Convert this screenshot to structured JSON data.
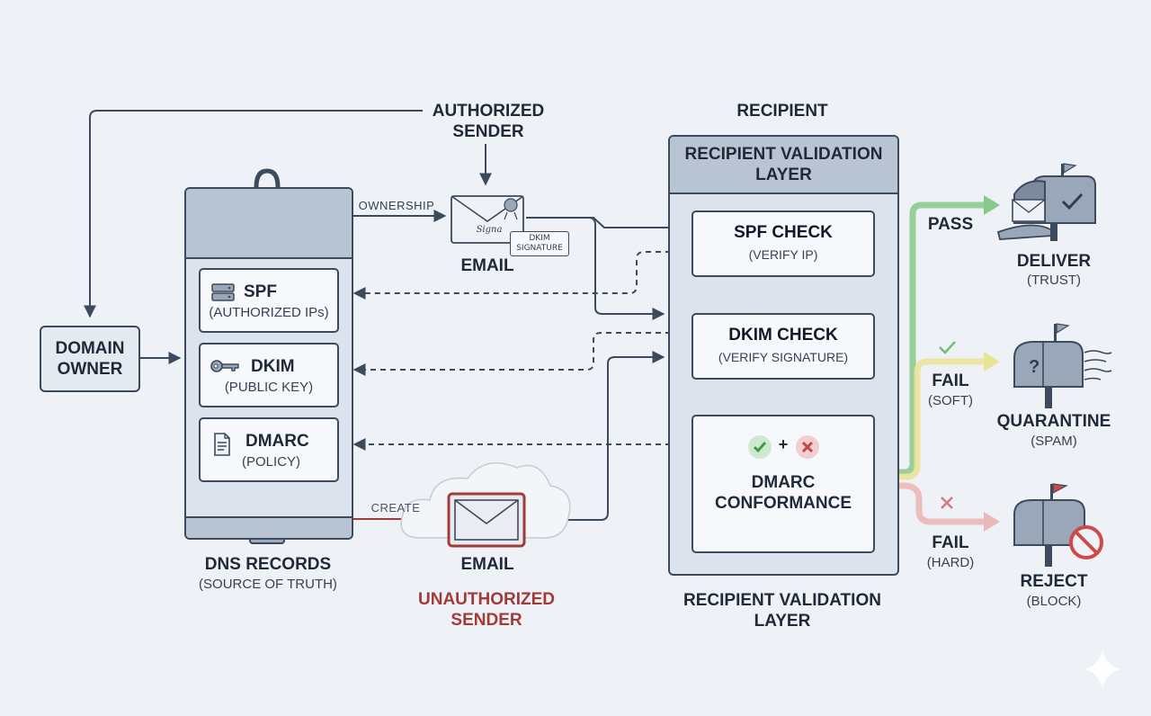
{
  "domain_owner": {
    "label": "DOMAIN OWNER"
  },
  "authorized_sender": {
    "label": "AUTHORIZED SENDER"
  },
  "ownership_label": "OWNERSHIP",
  "email_top": {
    "label": "EMAIL",
    "signature_tag": "DKIM SIGNATURE",
    "signature_script": "Signa"
  },
  "dns": {
    "title": "DNS RECORDS",
    "subtitle": "(SOURCE OF TRUTH)",
    "records": [
      {
        "name": "SPF",
        "detail": "(AUTHORIZED IPs)",
        "icon": "server-icon"
      },
      {
        "name": "DKIM",
        "detail": "(PUBLIC KEY)",
        "icon": "key-icon"
      },
      {
        "name": "DMARC",
        "detail": "(POLICY)",
        "icon": "document-icon"
      }
    ]
  },
  "create_label": "CREATE",
  "email_bottom": {
    "label": "EMAIL"
  },
  "unauthorized_sender": {
    "label": "UNAUTHORIZED SENDER"
  },
  "recipient": {
    "top_label": "RECIPIENT",
    "header": "RECIPIENT VALIDATION LAYER",
    "bottom_label": "RECIPIENT VALIDATION LAYER",
    "checks": [
      {
        "title": "SPF CHECK",
        "subtitle": "(VERIFY IP)"
      },
      {
        "title": "DKIM CHECK",
        "subtitle": "(VERIFY SIGNATURE)"
      }
    ],
    "dmarc": {
      "symbol": "+",
      "title": "DMARC CONFORMANCE"
    }
  },
  "outcomes": [
    {
      "path_label": "PASS",
      "path_sublabel": "",
      "title": "DELIVER",
      "subtitle": "(TRUST)",
      "color": "#6fbf73"
    },
    {
      "path_label": "FAIL",
      "path_sublabel": "(SOFT)",
      "title": "QUARANTINE",
      "subtitle": "(SPAM)",
      "color": "#e7e08a"
    },
    {
      "path_label": "FAIL",
      "path_sublabel": "(HARD)",
      "title": "REJECT",
      "subtitle": "(BLOCK)",
      "color": "#e6aaa8"
    }
  ],
  "colors": {
    "stroke": "#3b4a5c",
    "unauthorized": "#a23a3a",
    "panel": "#dde3ec",
    "header": "#b9c4d3"
  }
}
